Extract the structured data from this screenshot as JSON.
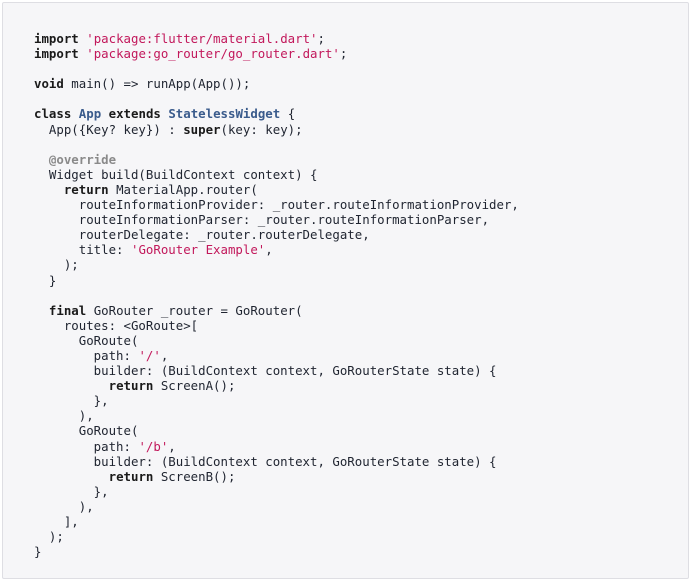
{
  "code": {
    "lines": [
      [
        {
          "t": "import",
          "c": "kw"
        },
        {
          "t": " "
        },
        {
          "t": "'package:flutter/material.dart'",
          "c": "str"
        },
        {
          "t": ";"
        }
      ],
      [
        {
          "t": "import",
          "c": "kw"
        },
        {
          "t": " "
        },
        {
          "t": "'package:go_router/go_router.dart'",
          "c": "str"
        },
        {
          "t": ";"
        }
      ],
      [],
      [
        {
          "t": "void",
          "c": "kw"
        },
        {
          "t": " main() => runApp(App());"
        }
      ],
      [],
      [
        {
          "t": "class",
          "c": "kw"
        },
        {
          "t": " "
        },
        {
          "t": "App",
          "c": "cls"
        },
        {
          "t": " "
        },
        {
          "t": "extends",
          "c": "kw"
        },
        {
          "t": " "
        },
        {
          "t": "StatelessWidget",
          "c": "cls"
        },
        {
          "t": " {"
        }
      ],
      [
        {
          "t": "  App({Key? key}) : "
        },
        {
          "t": "super",
          "c": "kw"
        },
        {
          "t": "(key: key);"
        }
      ],
      [],
      [
        {
          "t": "  "
        },
        {
          "t": "@override",
          "c": "ann"
        }
      ],
      [
        {
          "t": "  Widget build(BuildContext context) {"
        }
      ],
      [
        {
          "t": "    "
        },
        {
          "t": "return",
          "c": "kw"
        },
        {
          "t": " MaterialApp.router("
        }
      ],
      [
        {
          "t": "      routeInformationProvider: _router.routeInformationProvider,"
        }
      ],
      [
        {
          "t": "      routeInformationParser: _router.routeInformationParser,"
        }
      ],
      [
        {
          "t": "      routerDelegate: _router.routerDelegate,"
        }
      ],
      [
        {
          "t": "      title: "
        },
        {
          "t": "'GoRouter Example'",
          "c": "str"
        },
        {
          "t": ","
        }
      ],
      [
        {
          "t": "    );"
        }
      ],
      [
        {
          "t": "  }"
        }
      ],
      [],
      [
        {
          "t": "  "
        },
        {
          "t": "final",
          "c": "kw"
        },
        {
          "t": " GoRouter _router = GoRouter("
        }
      ],
      [
        {
          "t": "    routes: <GoRoute>["
        }
      ],
      [
        {
          "t": "      GoRoute("
        }
      ],
      [
        {
          "t": "        path: "
        },
        {
          "t": "'/'",
          "c": "str"
        },
        {
          "t": ","
        }
      ],
      [
        {
          "t": "        builder: (BuildContext context, GoRouterState state) {"
        }
      ],
      [
        {
          "t": "          "
        },
        {
          "t": "return",
          "c": "kw"
        },
        {
          "t": " ScreenA();"
        }
      ],
      [
        {
          "t": "        },"
        }
      ],
      [
        {
          "t": "      ),"
        }
      ],
      [
        {
          "t": "      GoRoute("
        }
      ],
      [
        {
          "t": "        path: "
        },
        {
          "t": "'/b'",
          "c": "str"
        },
        {
          "t": ","
        }
      ],
      [
        {
          "t": "        builder: (BuildContext context, GoRouterState state) {"
        }
      ],
      [
        {
          "t": "          "
        },
        {
          "t": "return",
          "c": "kw"
        },
        {
          "t": " ScreenB();"
        }
      ],
      [
        {
          "t": "        },"
        }
      ],
      [
        {
          "t": "      ),"
        }
      ],
      [
        {
          "t": "    ],"
        }
      ],
      [
        {
          "t": "  );"
        }
      ],
      [
        {
          "t": "}"
        }
      ]
    ]
  }
}
